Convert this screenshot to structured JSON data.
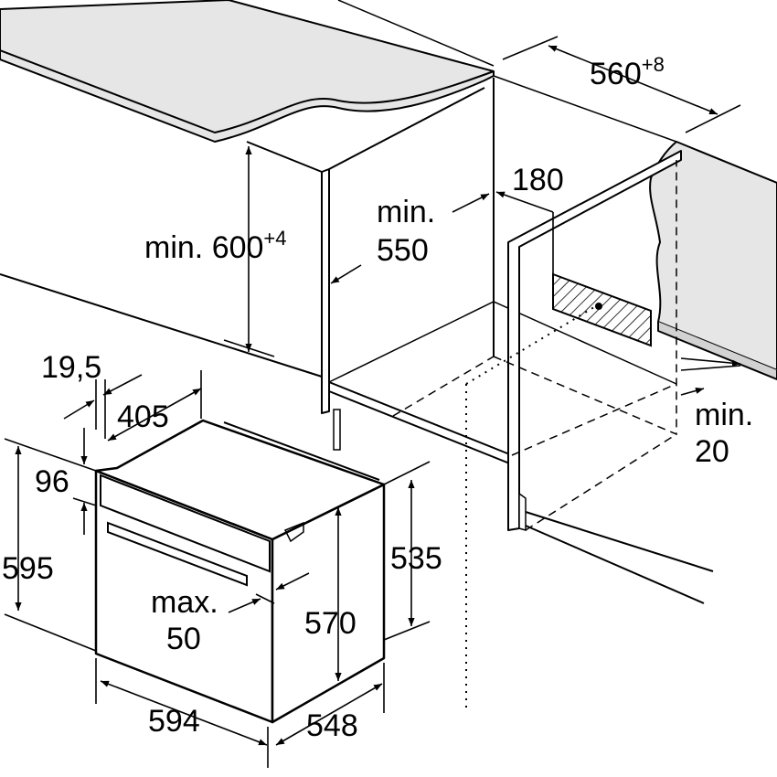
{
  "dimensions": {
    "cabinet_width": {
      "value": "560",
      "tolerance": "+8"
    },
    "cabinet_height": {
      "prefix": "min. ",
      "value": "600",
      "tolerance": "+4"
    },
    "cabinet_depth": {
      "line1": "min.",
      "line2": "550"
    },
    "vent_depth": {
      "value": "180"
    },
    "rear_gap": {
      "line1": "min.",
      "line2": "20"
    },
    "panel_offset": {
      "value": "19,5"
    },
    "body_depth": {
      "value": "405"
    },
    "fascia_height": {
      "value": "96"
    },
    "front_height": {
      "value": "595"
    },
    "door_gap": {
      "line1": "max.",
      "line2": "50"
    },
    "body_height_rear": {
      "value": "535"
    },
    "body_height_side": {
      "value": "570"
    },
    "front_width": {
      "value": "594"
    },
    "side_depth": {
      "value": "548"
    }
  },
  "colors": {
    "line": "#000000",
    "countertop": "#e6e6e6",
    "background": "#ffffff"
  },
  "icons": {
    "vent": "hatched-vent-icon"
  }
}
